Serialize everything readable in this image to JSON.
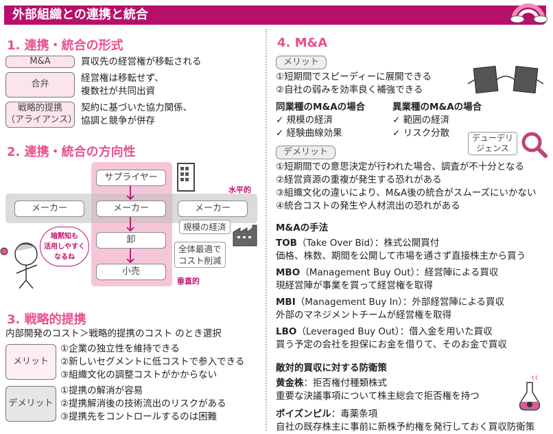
{
  "title": "外部組織との連携と統合",
  "s1": {
    "heading": "1. 連携・統合の形式",
    "rows": [
      {
        "tag": "M&A",
        "lines": [
          "買収先の経営権が移転される"
        ]
      },
      {
        "tag": "合弁",
        "lines": [
          "経営権は移転せず、",
          "複数社が共同出資"
        ]
      },
      {
        "tag": "戦略的提携（アライアンス）",
        "tag1": "戦略的提携",
        "tag2": "（アライアンス）",
        "lines": [
          "契約に基づいた協力関係、",
          "協調と競争が併存"
        ]
      }
    ]
  },
  "s2": {
    "heading": "2. 連携・統合の方向性",
    "supplier": "サプライヤー",
    "maker": "メーカー",
    "wholesale": "卸",
    "retail": "小売",
    "horizontal": "水平的",
    "vertical": "垂直的",
    "note_scale": "規模の経済",
    "note_opt1": "全体最適で",
    "note_opt2": "コスト削減",
    "bubble": [
      "暗黙知も",
      "活用しやすく",
      "なるね"
    ]
  },
  "s3": {
    "heading": "3. 戦略的提携",
    "intro": "内部開発のコスト＞戦略的提携のコスト のとき選択",
    "merit_label": "メリット",
    "merits": [
      "①企業の独立性を維持できる",
      "②新しいセグメントに低コストで参入できる",
      "③組織文化の調整コストがかからない"
    ],
    "demerit_label": "デメリット",
    "demerits": [
      "①提携の解消が容易",
      "②提携解消後の技術流出のリスクがある",
      "③提携先をコントロールするのは困難"
    ]
  },
  "s4": {
    "heading": "4. M&A",
    "merit_label": "メリット",
    "merits": [
      "①短期間でスピーディーに展開できる",
      "②自社の弱みを効率良く補強できる"
    ],
    "same_title": "同業種のM&Aの場合",
    "same": [
      "✓ 規模の経済",
      "✓ 経験曲線効果"
    ],
    "diff_title": "異業種のM&Aの場合",
    "diff": [
      "✓ 範囲の経済",
      "✓ リスク分散"
    ],
    "dd1": "デューデリ",
    "dd2": "ジェンス",
    "demerit_label": "デメリット",
    "demerits": [
      "①短期間での意思決定が行われた場合、調査が不十分となる",
      "②経営資源の重複が発生する恐れがある",
      "③組織文化の違いにより、M&A後の統合がスムーズにいかない",
      "④統合コストの発生や人材流出の恐れがある"
    ],
    "methods_title": "M&Aの手法",
    "methods": [
      {
        "abbr": "TOB",
        "full": "（Take Over Bid）：株式公開買付",
        "desc": "価格、株数、期間を公開して市場を通さず直接株主から買う"
      },
      {
        "abbr": "MBO",
        "full": "（Management Buy Out）：経営陣による買収",
        "desc": "現経営陣が事業を買って経営権を取得"
      },
      {
        "abbr": "MBI",
        "full": "（Management Buy In）：外部経営陣による買収",
        "desc": "外部のマネジメントチームが経営権を取得"
      },
      {
        "abbr": "LBO",
        "full": "（Leveraged Buy Out）：借入金を用いた買収",
        "desc": "買う予定の会社を担保にお金を借りて、そのお金で買収"
      }
    ],
    "defense_title": "敵対的買収に対する防衛策",
    "defenses": [
      {
        "name": "黄金株",
        "def": "：拒否権付種類株式",
        "desc": "重要な決議事項について株主総会で拒否権を持つ"
      },
      {
        "name": "ポイズンピル",
        "def": "：毒薬条項",
        "desc": "自社の既存株主に事前に新株予約権を発行しておく買収防衛策"
      }
    ]
  },
  "colors": {
    "title_bg": "#b8106a",
    "heading": "#e8508f",
    "pink_band": "#f5c6da",
    "gray_band": "#dcdcdc"
  }
}
